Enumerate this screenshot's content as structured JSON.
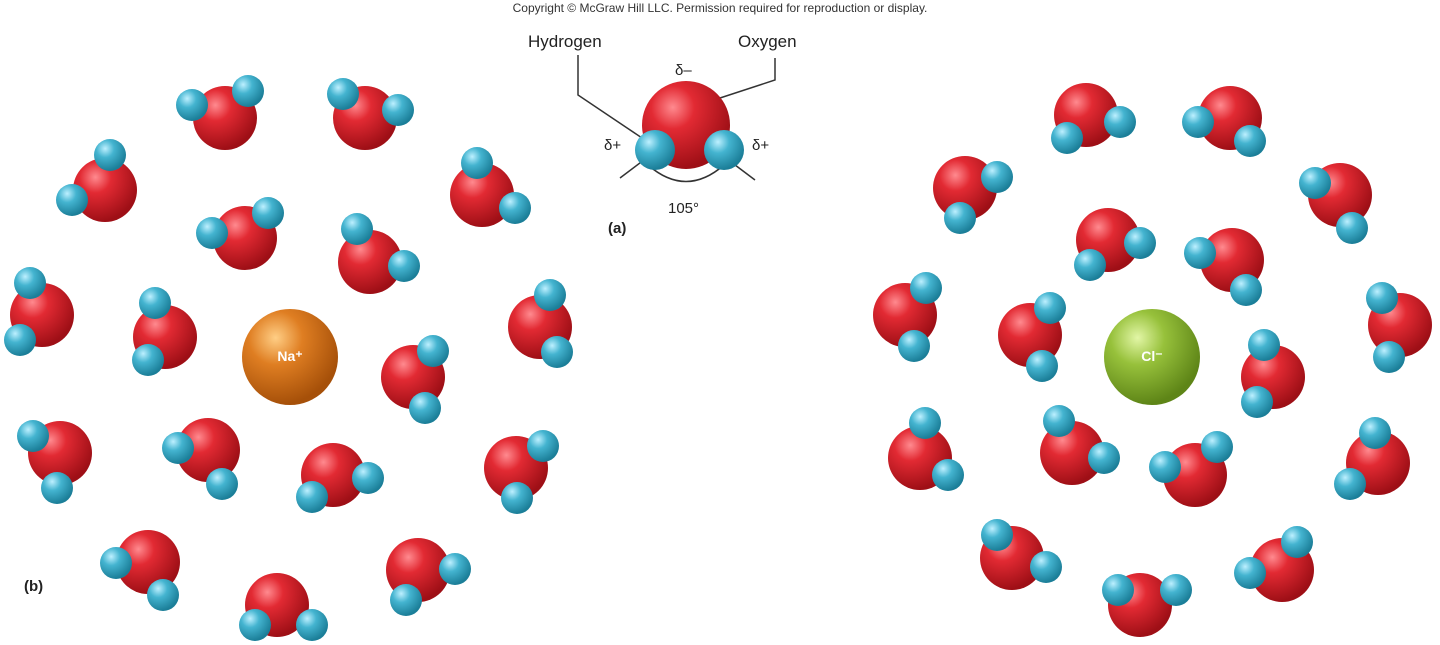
{
  "copyright": "Copyright © McGraw Hill LLC. Permission required for reproduction or display.",
  "panel_a": {
    "label": "(a)",
    "hydrogen_label": "Hydrogen",
    "oxygen_label": "Oxygen",
    "delta_minus": "δ–",
    "delta_plus_left": "δ+",
    "delta_plus_right": "δ+",
    "bond_angle": "105°"
  },
  "panel_b": {
    "label": "(b)",
    "cation": {
      "symbol": "Na⁺",
      "color": "#d7781f"
    },
    "anion": {
      "symbol": "Cl⁻",
      "color": "#8dbb32"
    }
  },
  "colors": {
    "oxygen": "#d9222b",
    "hydrogen": "#3fb0cc"
  }
}
